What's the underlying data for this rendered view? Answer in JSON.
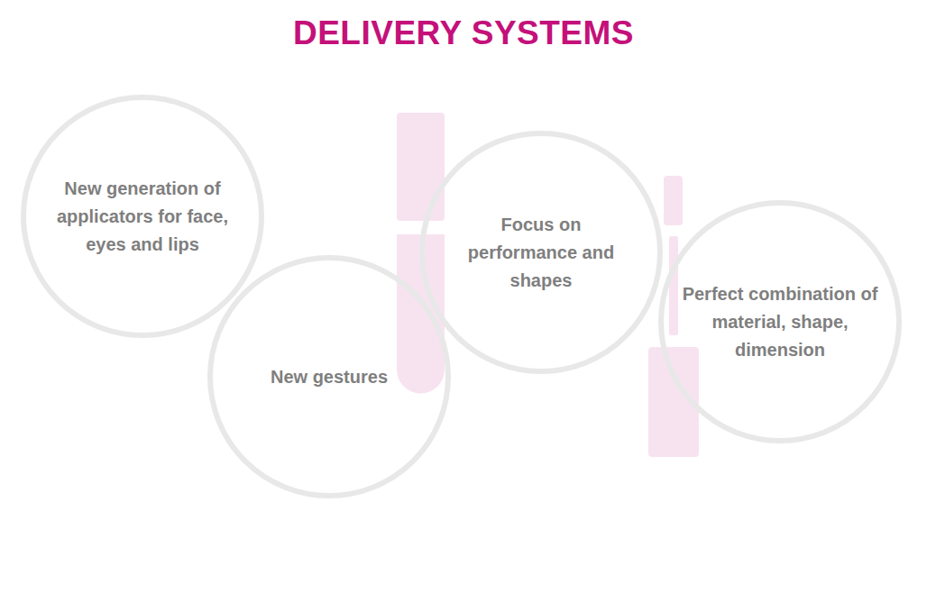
{
  "diagram": {
    "title": "DELIVERY SYSTEMS",
    "nodes": [
      {
        "text": [
          "New generation of applicators for face, eyes and lips"
        ]
      },
      {
        "text": [
          "New gestures"
        ]
      },
      {
        "text": [
          "Focus on performance and shapes"
        ]
      },
      {
        "text": [
          "Perfect combination of material, shape, dimension"
        ]
      }
    ]
  }
}
